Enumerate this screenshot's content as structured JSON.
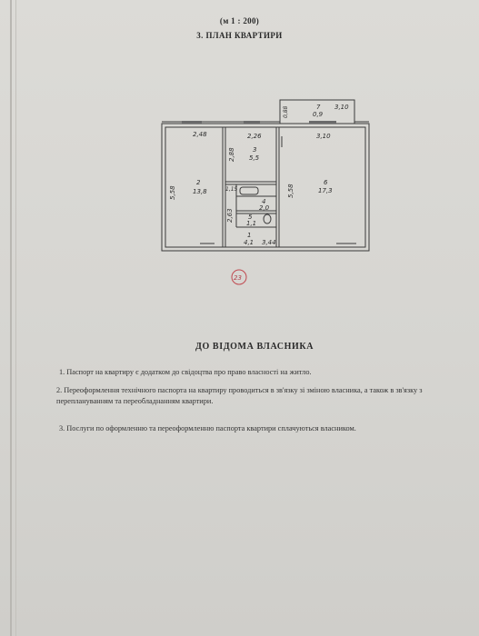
{
  "header": {
    "scale": "(м 1 : 200)",
    "title": "3. ПЛАН КВАРТИРИ"
  },
  "plan": {
    "rooms": [
      {
        "number": "2",
        "area": "13,8",
        "side_dim": "5,58",
        "top_dim": "2,48"
      },
      {
        "number": "3",
        "area": "5,5",
        "side_dim": "2,88",
        "top_dim": "2,26"
      },
      {
        "number": "4",
        "area": "2,0"
      },
      {
        "number": "5",
        "area": "1,1"
      },
      {
        "number": "1",
        "area": "4,1",
        "side_dim": "2,63",
        "bottom_dim": "3,44"
      },
      {
        "number": "6",
        "area": "17,3",
        "side_dim": "5,58",
        "top_dim": "3,10"
      },
      {
        "number": "7",
        "area": "0,9",
        "side_dim": "0,88",
        "top_dim": "3,10"
      }
    ],
    "small_dim": "1,15",
    "stamp": "23"
  },
  "notice": {
    "title": "ДО ВІДОМА ВЛАСНИКА",
    "items": [
      "1. Паспорт на квартиру є додатком до свідоцтва про право власності на житло.",
      "2. Переоформлення технічного паспорта на квартиру проводиться в зв'язку зі зміною власника, а також в зв'язку з переплануванням та переобладнанням квартири.",
      "3. Послуги по оформленню та переоформленню паспорта квартири сплачуються власником."
    ]
  }
}
